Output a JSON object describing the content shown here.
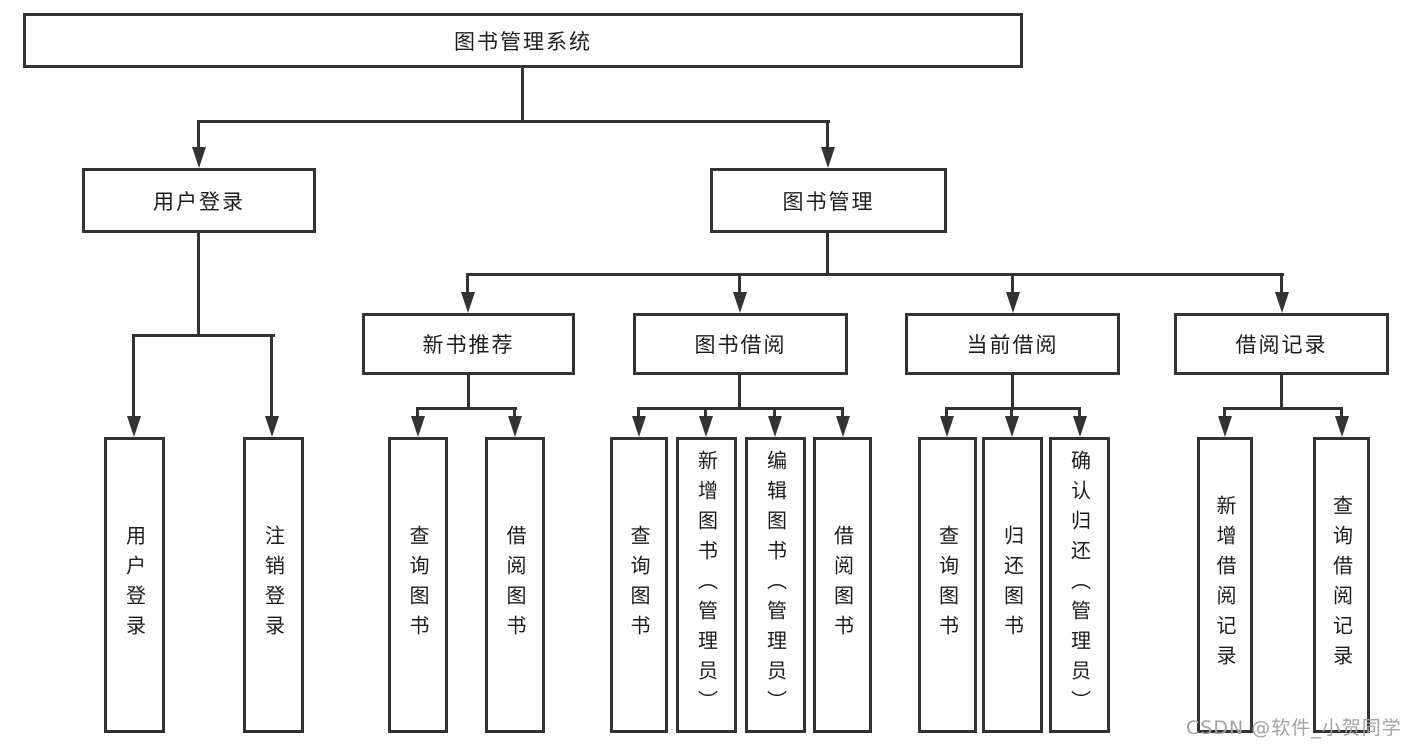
{
  "diagram": {
    "root": {
      "label": "图书管理系统"
    },
    "level2": [
      {
        "label": "用户登录"
      },
      {
        "label": "图书管理"
      }
    ],
    "level3": [
      {
        "label": "新书推荐"
      },
      {
        "label": "图书借阅"
      },
      {
        "label": "当前借阅"
      },
      {
        "label": "借阅记录"
      }
    ],
    "leaves": [
      {
        "label": "用户登录"
      },
      {
        "label": "注销登录"
      },
      {
        "label": "查询图书"
      },
      {
        "label": "借阅图书"
      },
      {
        "label": "查询图书"
      },
      {
        "label": "新增图书（管理员）"
      },
      {
        "label": "编辑图书（管理员）"
      },
      {
        "label": "借阅图书"
      },
      {
        "label": "查询图书"
      },
      {
        "label": "归还图书"
      },
      {
        "label": "确认归还（管理员）"
      },
      {
        "label": "新增借阅记录"
      },
      {
        "label": "查询借阅记录"
      }
    ],
    "watermark": "CSDN @软件_小贺同学",
    "colors": {
      "line": "#333333",
      "text": "#1c1c1c",
      "watermark": "#a3a3a3",
      "background": "#ffffff"
    }
  }
}
